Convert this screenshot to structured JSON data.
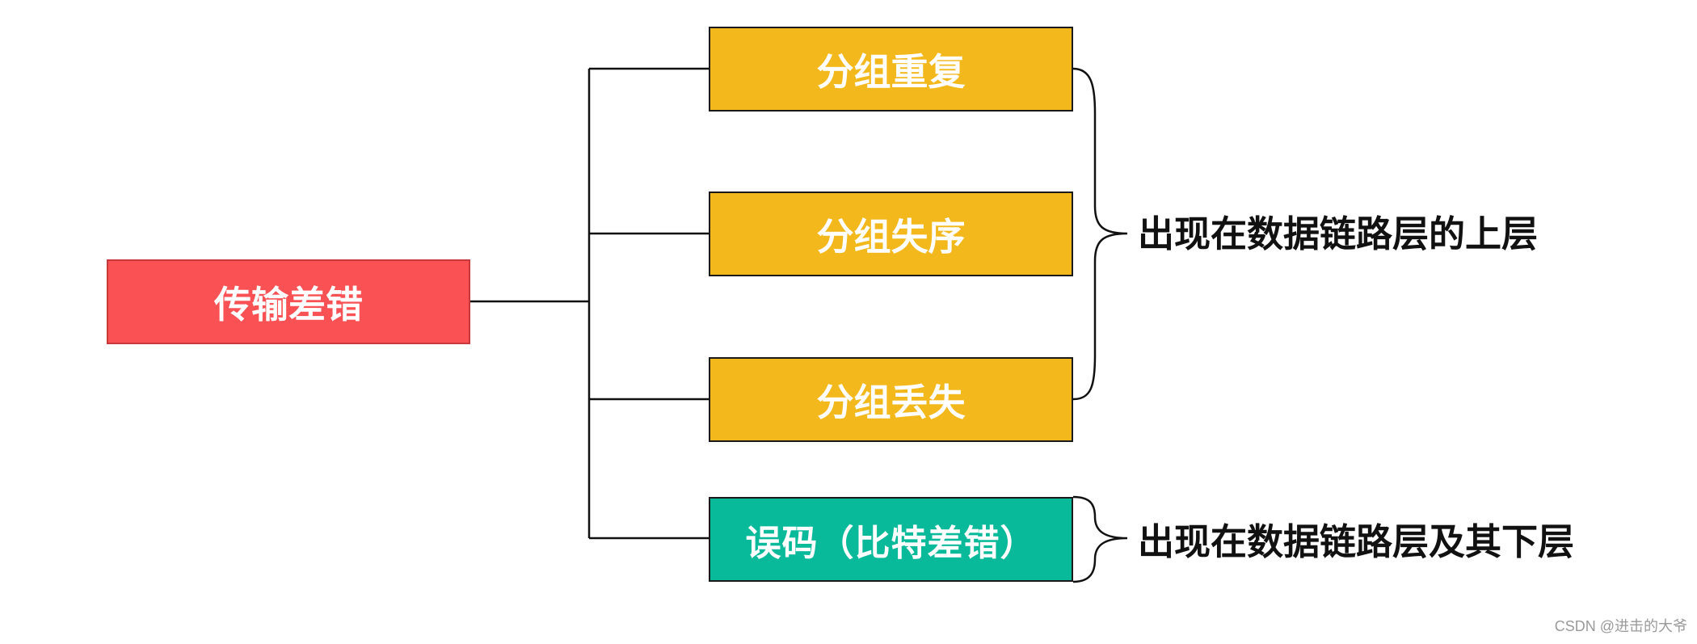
{
  "diagram": {
    "root": {
      "label": "传输差错"
    },
    "branches": [
      {
        "label": "分组重复"
      },
      {
        "label": "分组失序"
      },
      {
        "label": "分组丢失"
      },
      {
        "label": "误码（比特差错）"
      }
    ],
    "annotations": [
      {
        "label": "出现在数据链路层的上层"
      },
      {
        "label": "出现在数据链路层及其下层"
      }
    ],
    "colors": {
      "root": "#f95154",
      "packet_branch": "#f3b81c",
      "bit_error_branch": "#08ba99",
      "text_on_box": "#ffffff",
      "lines": "#111111"
    }
  },
  "watermark": "CSDN @进击的大爷"
}
